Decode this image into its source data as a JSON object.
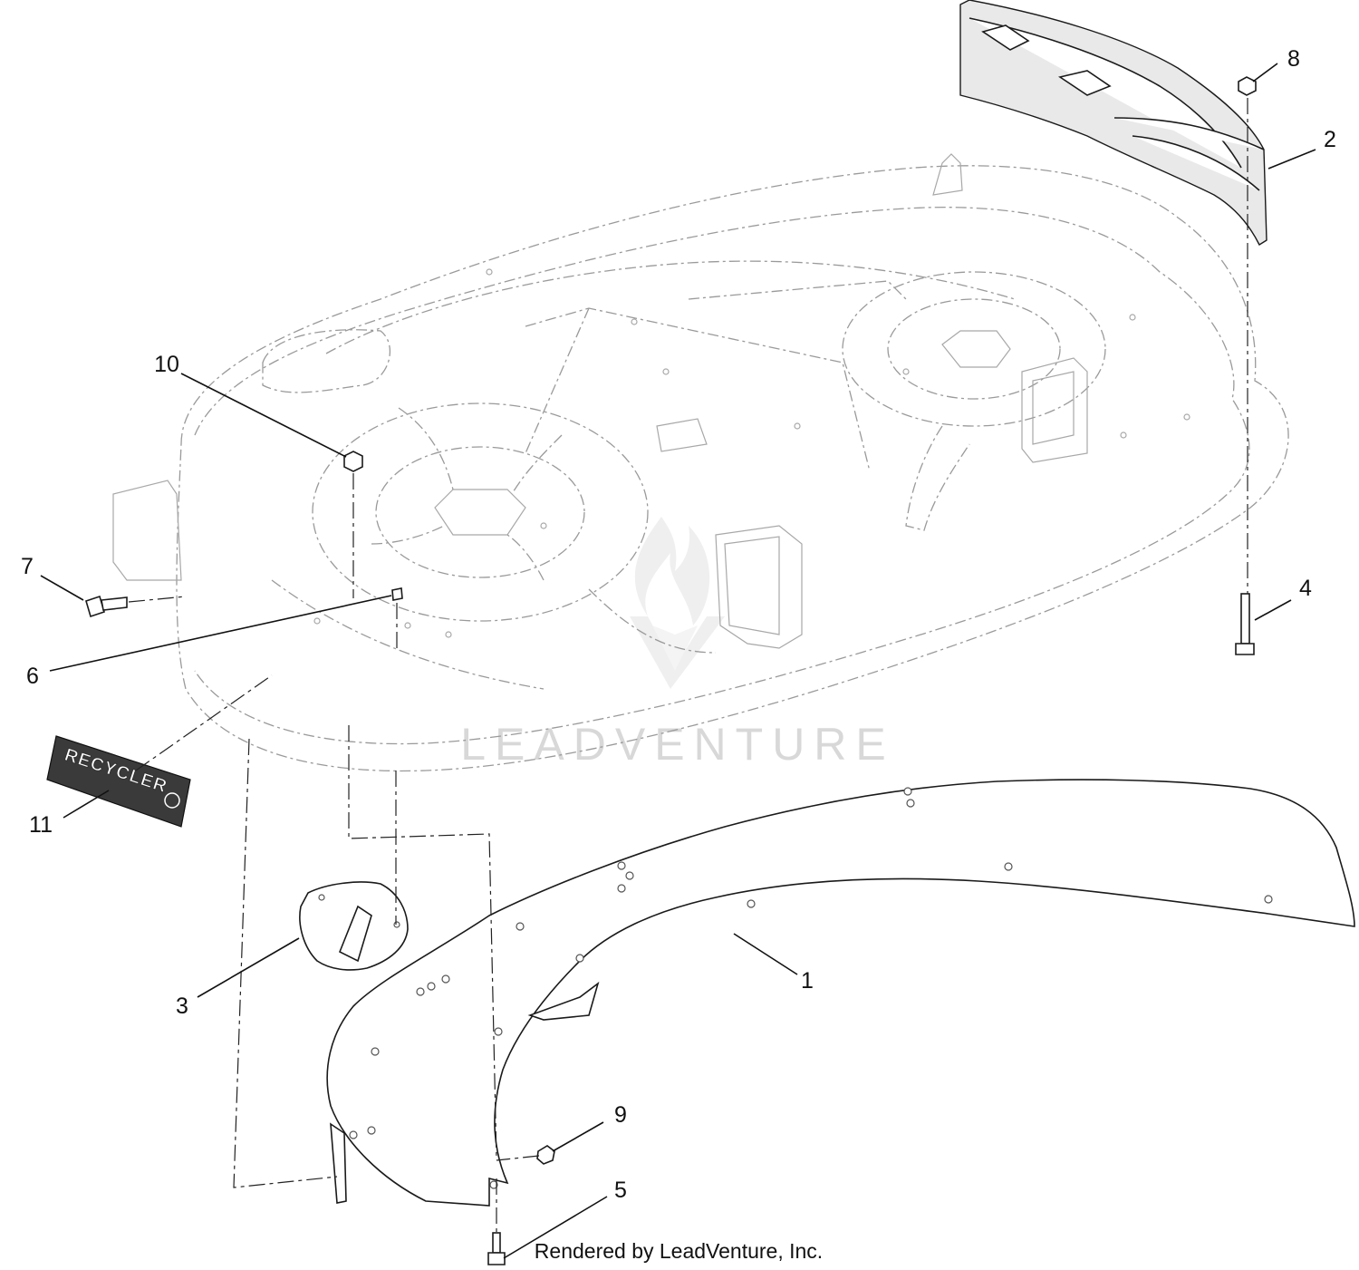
{
  "diagram": {
    "callouts": [
      {
        "id": "callout-1",
        "label": "1"
      },
      {
        "id": "callout-2",
        "label": "2"
      },
      {
        "id": "callout-3",
        "label": "3"
      },
      {
        "id": "callout-4",
        "label": "4"
      },
      {
        "id": "callout-5",
        "label": "5"
      },
      {
        "id": "callout-6",
        "label": "6"
      },
      {
        "id": "callout-7",
        "label": "7"
      },
      {
        "id": "callout-8",
        "label": "8"
      },
      {
        "id": "callout-9",
        "label": "9"
      },
      {
        "id": "callout-10",
        "label": "10"
      },
      {
        "id": "callout-11",
        "label": "11"
      }
    ],
    "decal_text": "RECYCLER",
    "watermark_text": "LEADVENTURE",
    "footer_credit": "Rendered by LeadVenture, Inc."
  },
  "colors": {
    "line": "#1a1a1a",
    "ghost_line": "#9a9a9a",
    "watermark": "#d8d8d8",
    "part_shade": "#e9e9e9"
  },
  "icons": {
    "watermark_logo": "leadventure-flame-logo-icon",
    "decal_emblem": "recycler-snowflake-icon"
  }
}
